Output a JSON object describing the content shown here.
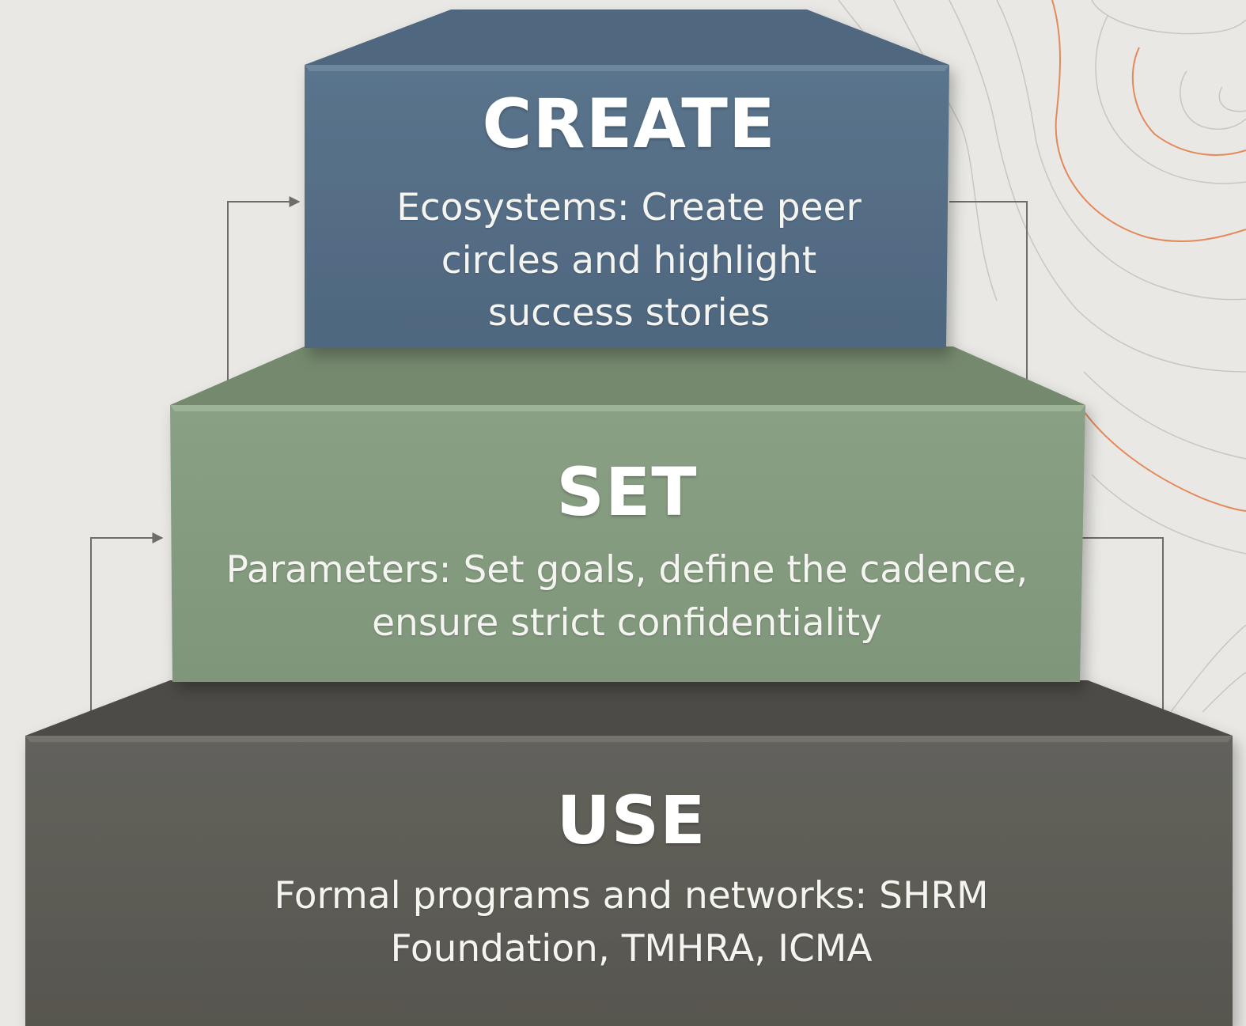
{
  "diagram": {
    "tiers": [
      {
        "id": "create",
        "title": "CREATE",
        "description": "Ecosystems: Create peer circles and highlight success stories",
        "color": "#557088"
      },
      {
        "id": "set",
        "title": "SET",
        "description": "Parameters: Set goals, define the cadence, ensure strict confidentiality",
        "color": "#869c80"
      },
      {
        "id": "use",
        "title": "USE",
        "description": "Formal programs and networks: SHRM Foundation, TMHRA, ICMA",
        "color": "#5f5e58"
      }
    ],
    "colors": {
      "background": "#e9e8e4",
      "connector": "#6e6d69",
      "contour_accent": "#e3895c",
      "contour_light": "#c9c6c0"
    }
  }
}
